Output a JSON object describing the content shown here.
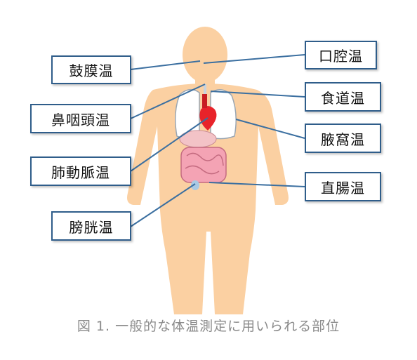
{
  "labels": {
    "tympanic": "鼓膜温",
    "nasopharyngeal": "鼻咽頭温",
    "pulmonary_artery": "肺動脈温",
    "bladder": "膀胱温",
    "oral": "口腔温",
    "esophageal": "食道温",
    "axillary": "腋窩温",
    "rectal": "直腸温"
  },
  "caption": "図 1.  一般的な体温測定に用いられる部位",
  "colors": {
    "skin": "#fbd0a2",
    "box_border": "#2f5d8a",
    "leader_line": "#3b6fa0",
    "heart": "#e8232a",
    "lung": "#ffffff",
    "intestine": "#f4a3b4",
    "caption": "#8a8a8a"
  }
}
